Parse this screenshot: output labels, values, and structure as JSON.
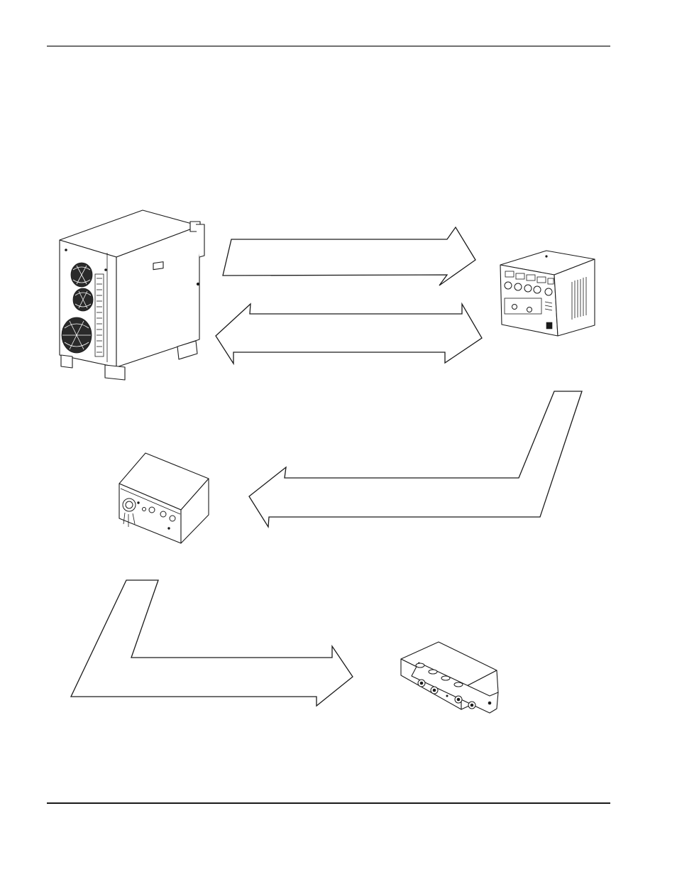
{
  "page": {
    "header_rule": "top-horizontal-rule",
    "footer_rule": "bottom-horizontal-rule"
  },
  "components": [
    {
      "id": "power-supply",
      "icon": "power-supply-unit-illustration"
    },
    {
      "id": "gas-console",
      "icon": "gas-console-illustration"
    },
    {
      "id": "ignition-console",
      "icon": "ignition-console-illustration"
    },
    {
      "id": "torch-manifold",
      "icon": "torch-manifold-illustration"
    }
  ],
  "connections": [
    {
      "from": "power-supply",
      "to": "gas-console",
      "direction": "one-way"
    },
    {
      "from": "power-supply",
      "to": "gas-console",
      "direction": "two-way"
    },
    {
      "from": "gas-console",
      "to": "ignition-console",
      "direction": "one-way"
    },
    {
      "from": "ignition-console",
      "to": "torch-manifold",
      "direction": "one-way"
    }
  ],
  "colors": {
    "line": "#1a1a1a",
    "fill": "#ffffff",
    "dark": "#2a2a2a"
  }
}
